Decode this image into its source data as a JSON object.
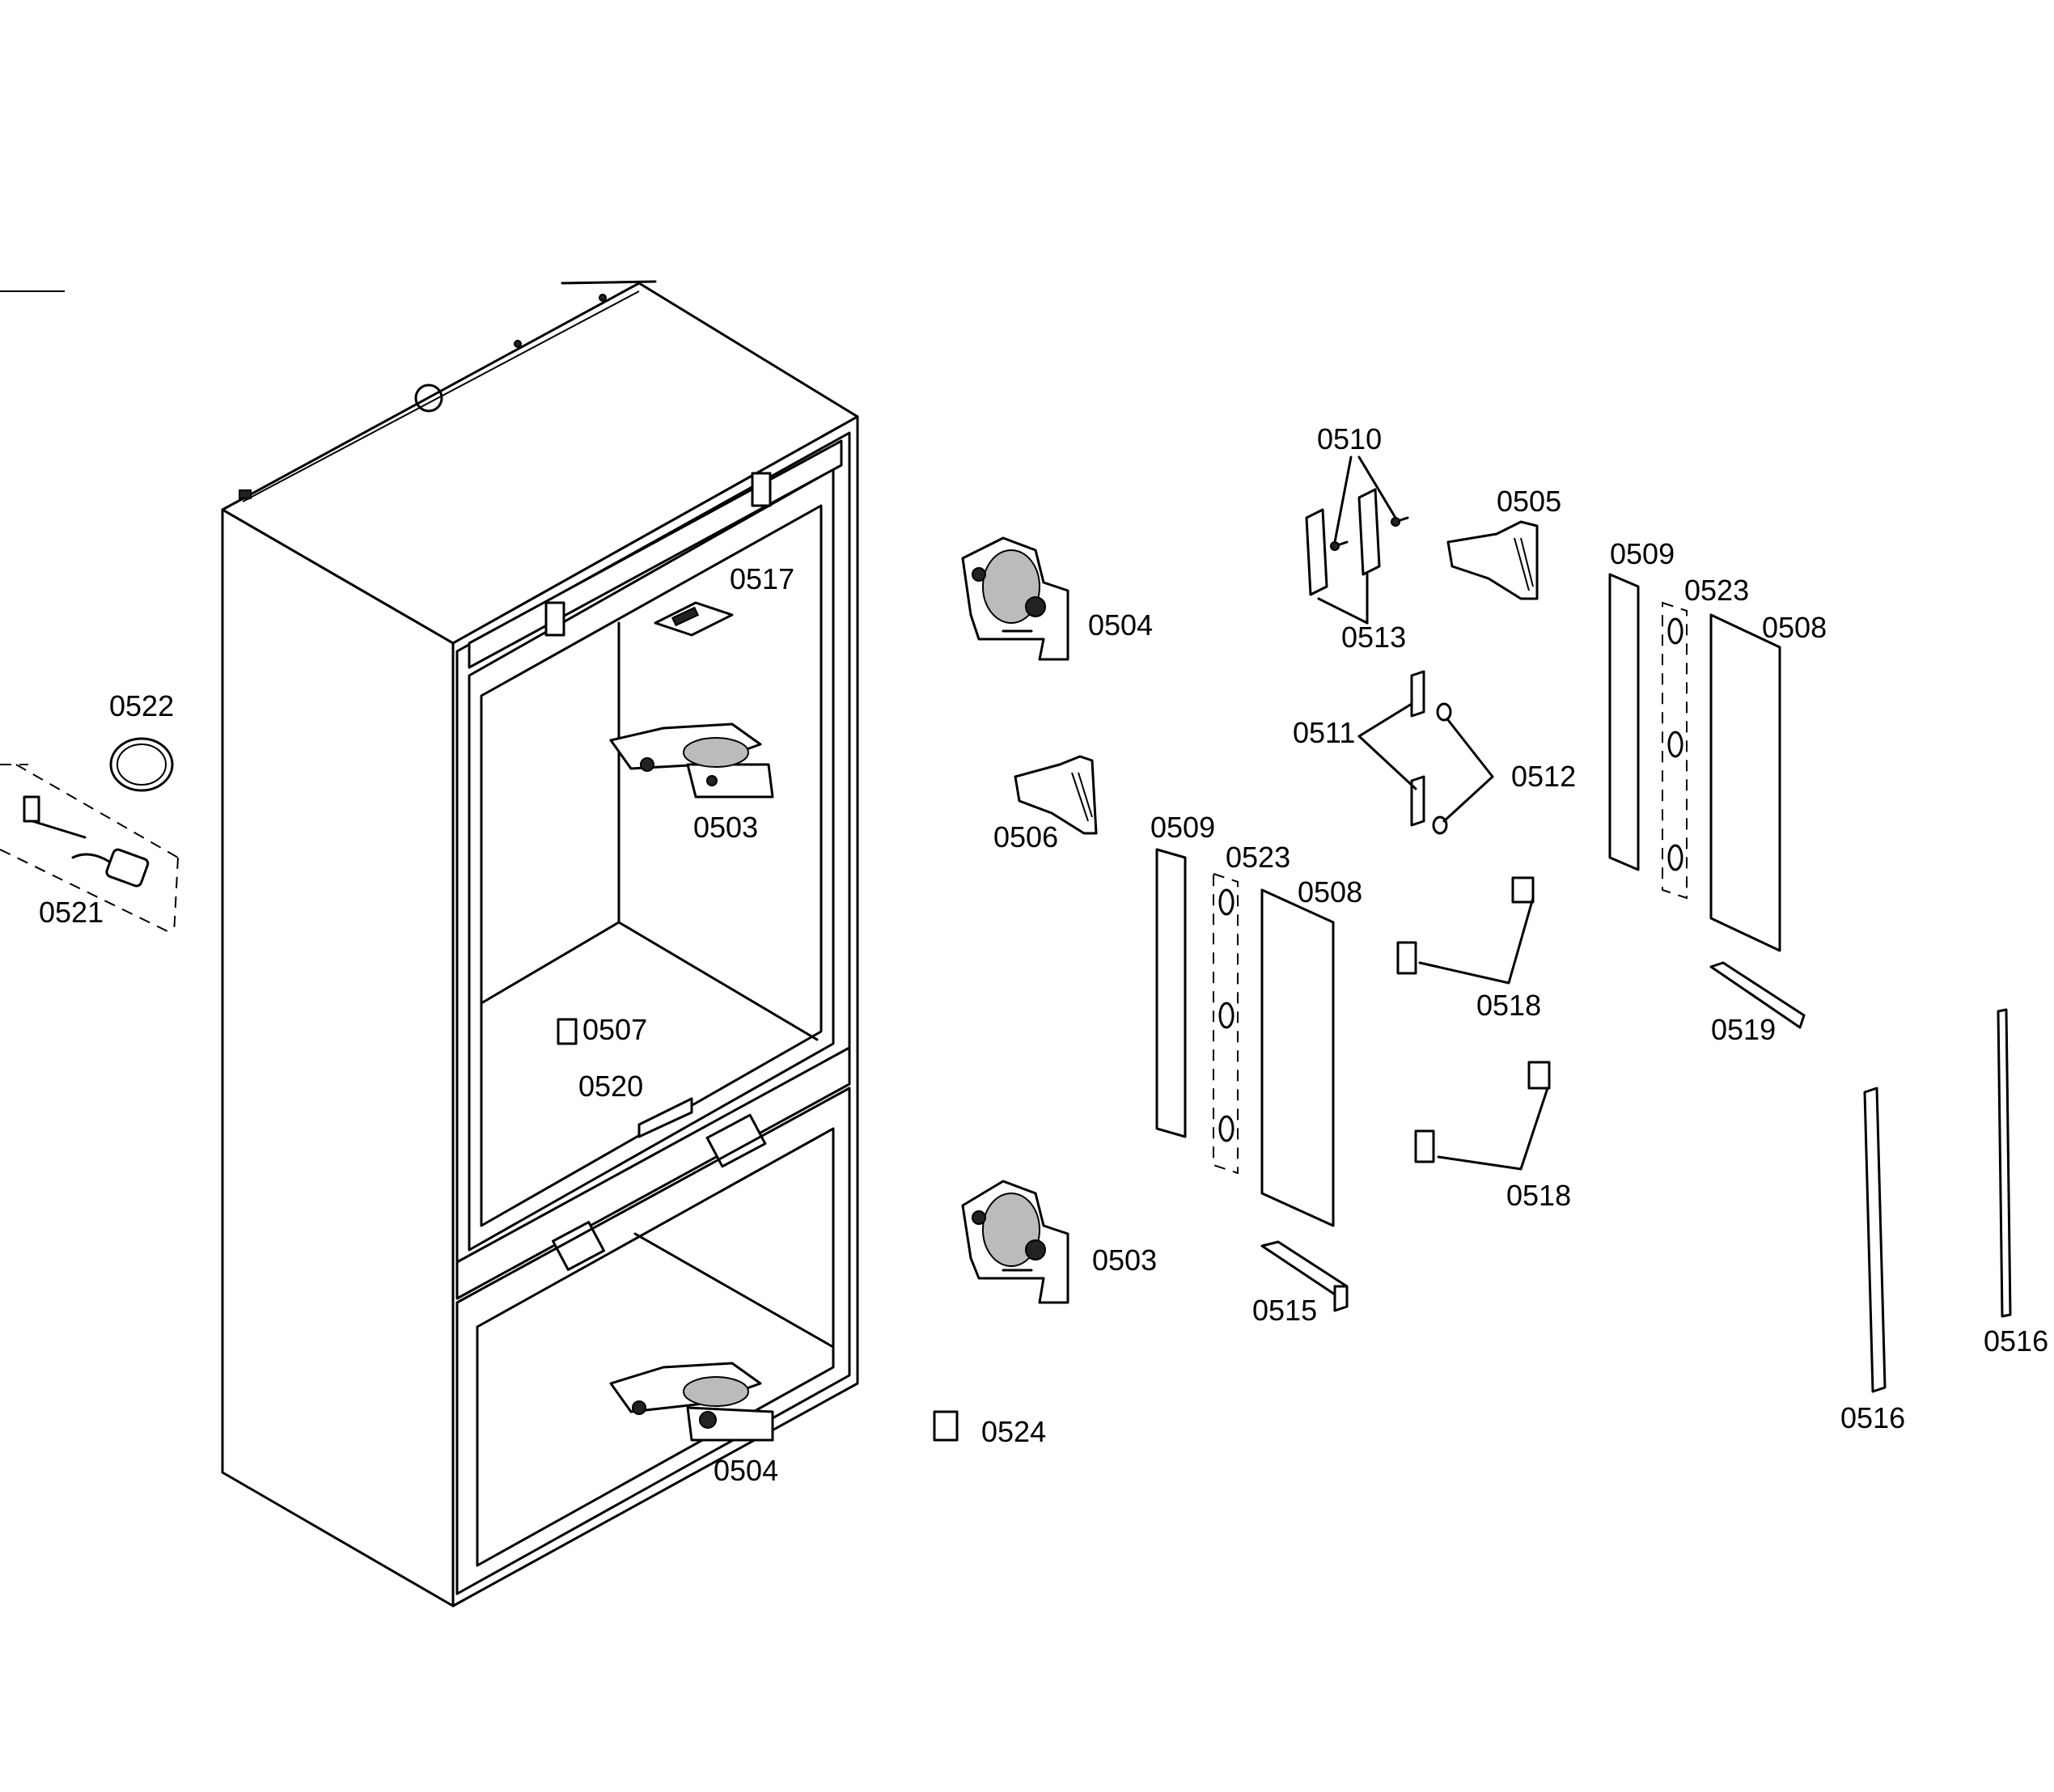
{
  "labels": {
    "p0510": "0510",
    "p0505": "0505",
    "p0509a": "0509",
    "p0523a": "0523",
    "p0508a": "0508",
    "p0517": "0517",
    "p0504a": "0504",
    "p0513": "0513",
    "p0511": "0511",
    "p0512": "0512",
    "p0522": "0522",
    "p0503a": "0503",
    "p0506": "0506",
    "p0509b": "0509",
    "p0523b": "0523",
    "p0508b": "0508",
    "p0521": "0521",
    "p0518a": "0518",
    "p0519": "0519",
    "p0507": "0507",
    "p0520": "0520",
    "p0518b": "0518",
    "p0503b": "0503",
    "p0515": "0515",
    "p0516a": "0516",
    "p0516b": "0516",
    "p0524": "0524",
    "p0504b": "0504"
  }
}
